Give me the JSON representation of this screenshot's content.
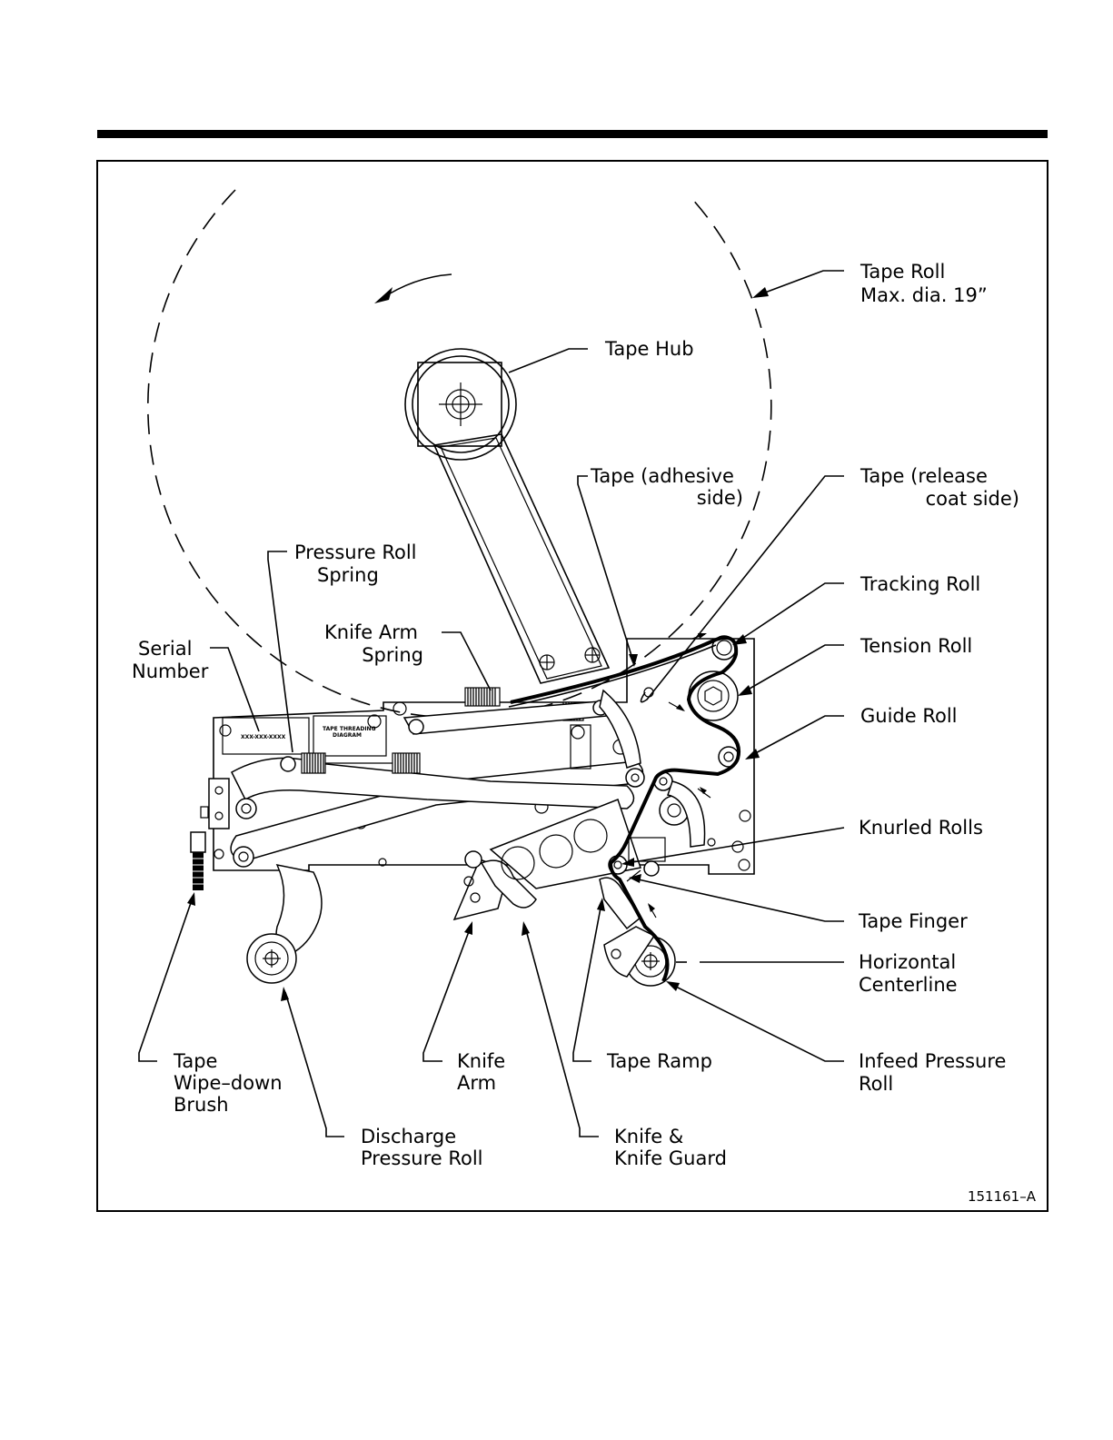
{
  "labels": {
    "tape_roll": [
      "Tape Roll",
      "Max. dia. 19”"
    ],
    "tape_hub": [
      "Tape Hub"
    ],
    "tape_adhesive": [
      "Tape (adhesive",
      "side)"
    ],
    "tape_release": [
      "Tape (release",
      "coat side)"
    ],
    "pressure_roll_spring": [
      "Pressure Roll",
      "Spring"
    ],
    "knife_arm_spring": [
      "Knife Arm",
      "Spring"
    ],
    "serial_number": [
      "Serial",
      "Number"
    ],
    "tracking_roll": [
      "Tracking Roll"
    ],
    "tension_roll": [
      "Tension Roll"
    ],
    "guide_roll": [
      "Guide Roll"
    ],
    "knurled_rolls": [
      "Knurled Rolls"
    ],
    "tape_finger": [
      "Tape Finger"
    ],
    "horizontal_centerline": [
      "Horizontal",
      "Centerline"
    ],
    "infeed_pressure_roll": [
      "Infeed Pressure",
      "Roll"
    ],
    "tape_wipe_down_brush": [
      "Tape",
      "Wipe–down",
      "Brush"
    ],
    "knife_arm": [
      "Knife",
      "Arm"
    ],
    "tape_ramp": [
      "Tape Ramp"
    ],
    "discharge_pressure_roll": [
      "Discharge",
      "Pressure Roll"
    ],
    "knife_and_guard": [
      "Knife &",
      "Knife Guard"
    ]
  },
  "plate_text": {
    "serial_placeholder": "XXX-XXX-XXXX",
    "threading_line1": "TAPE THREADING",
    "threading_line2": "DIAGRAM"
  },
  "figure_id": "151161–A"
}
